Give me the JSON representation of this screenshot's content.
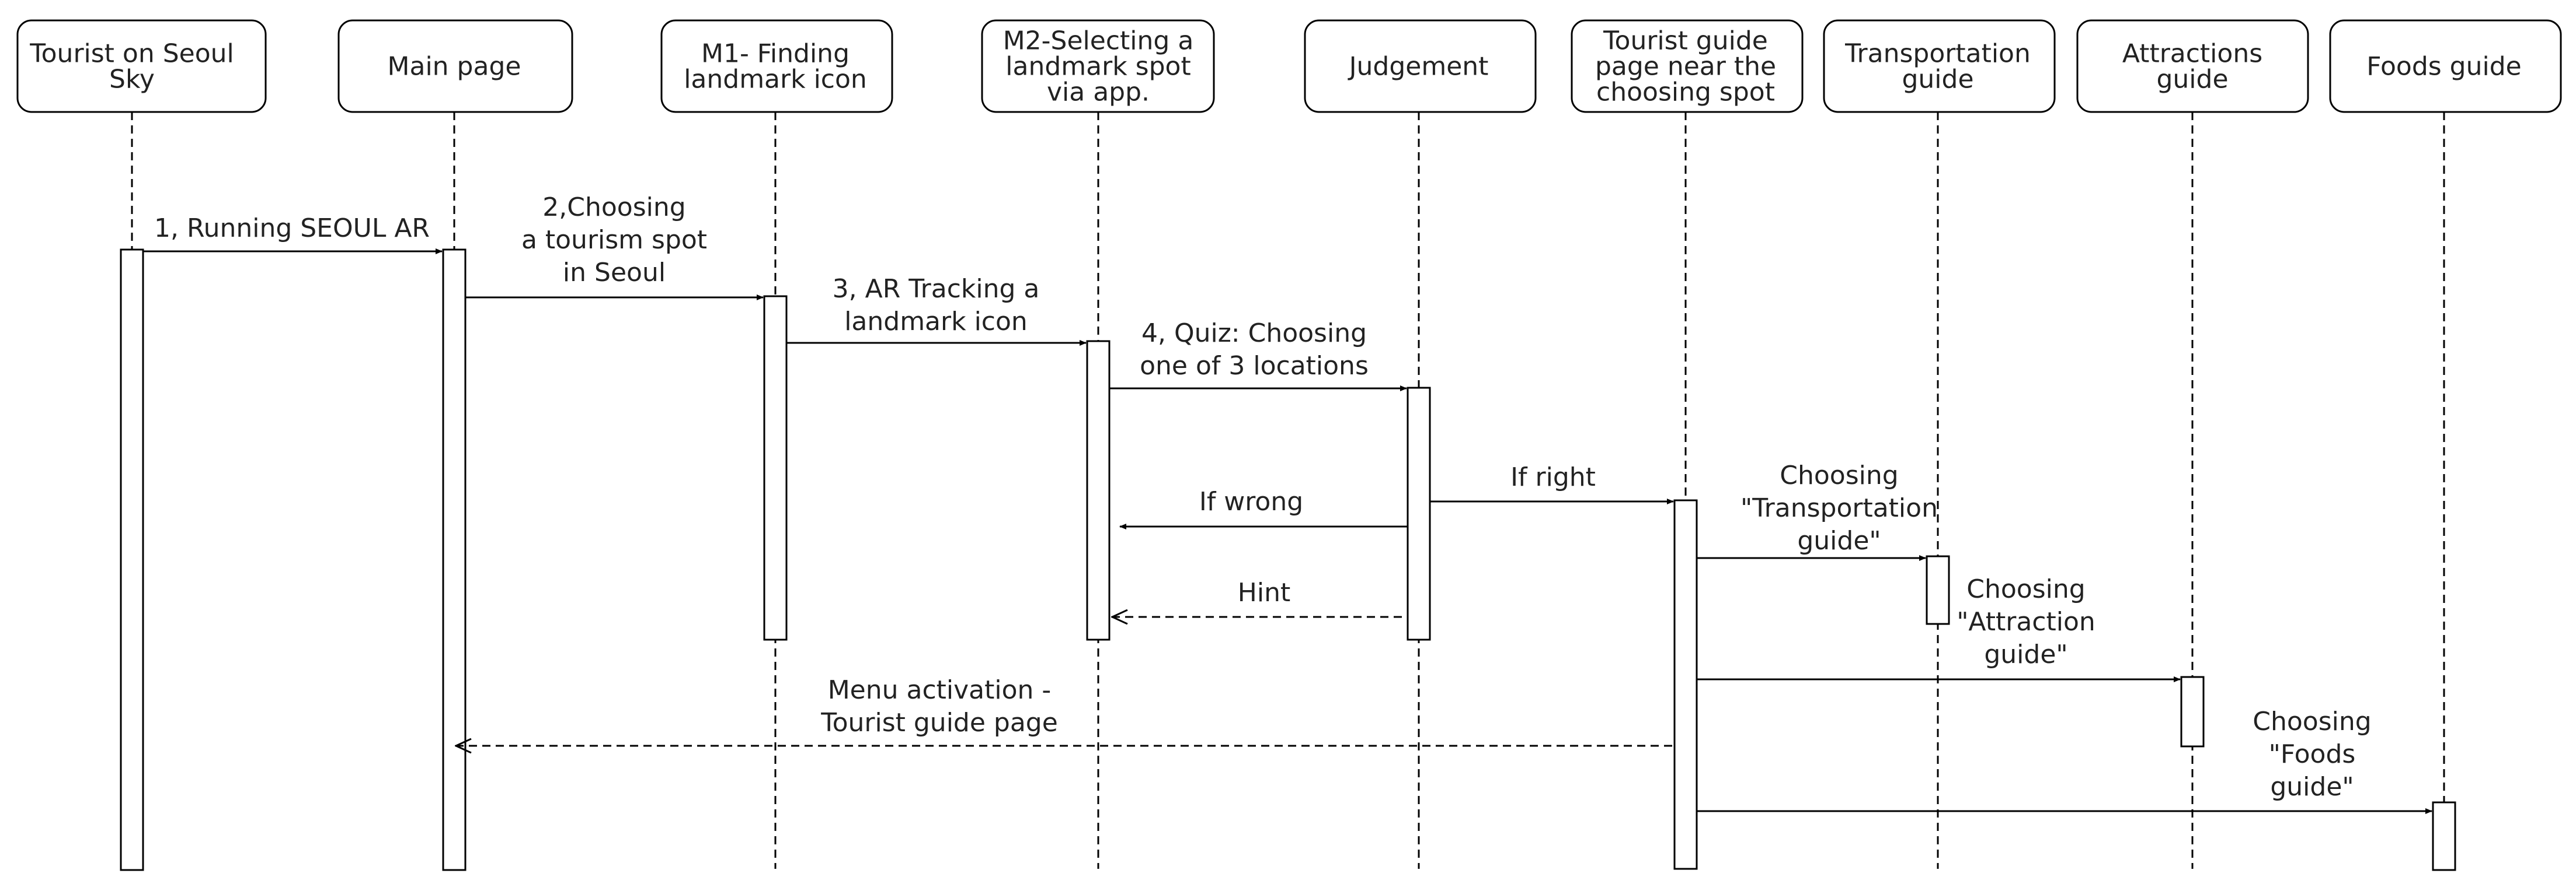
{
  "participants": [
    {
      "id": "tourist",
      "name_lines": [
        "Tourist on Seoul",
        "Sky"
      ]
    },
    {
      "id": "main",
      "name_lines": [
        "Main page"
      ]
    },
    {
      "id": "m1",
      "name_lines": [
        "M1- Finding",
        "landmark icon"
      ]
    },
    {
      "id": "m2",
      "name_lines": [
        "M2-Selecting a",
        "landmark spot",
        "via app."
      ]
    },
    {
      "id": "judgement",
      "name_lines": [
        "Judgement"
      ]
    },
    {
      "id": "guidepage",
      "name_lines": [
        "Tourist guide",
        "page near the",
        "choosing spot"
      ]
    },
    {
      "id": "transport",
      "name_lines": [
        "Transportation",
        "guide"
      ]
    },
    {
      "id": "attractions",
      "name_lines": [
        "Attractions",
        "guide"
      ]
    },
    {
      "id": "foods",
      "name_lines": [
        "Foods guide"
      ]
    }
  ],
  "messages": [
    {
      "id": "running-seoul-ar",
      "from": "tourist",
      "to": "main",
      "type": "sync",
      "label_lines": [
        "1, Running SEOUL AR"
      ]
    },
    {
      "id": "choosing-tourism-spot",
      "from": "main",
      "to": "m1",
      "type": "sync",
      "label_lines": [
        "2,Choosing",
        "a tourism spot",
        "in Seoul"
      ]
    },
    {
      "id": "ar-tracking",
      "from": "m1",
      "to": "m2",
      "type": "sync",
      "label_lines": [
        "3, AR Tracking a",
        "landmark icon"
      ]
    },
    {
      "id": "quiz",
      "from": "m2",
      "to": "judgement",
      "type": "sync",
      "label_lines": [
        "4, Quiz: Choosing",
        "one of 3 locations"
      ]
    },
    {
      "id": "if-right",
      "from": "judgement",
      "to": "guidepage",
      "type": "sync",
      "label_lines": [
        "If right"
      ]
    },
    {
      "id": "if-wrong",
      "from": "judgement",
      "to": "m2",
      "type": "sync",
      "label_lines": [
        "If wrong"
      ]
    },
    {
      "id": "choosing-transportation",
      "from": "guidepage",
      "to": "transport",
      "type": "sync",
      "label_lines": [
        "Choosing",
        "\"Transportation",
        "guide\""
      ]
    },
    {
      "id": "hint",
      "from": "judgement",
      "to": "m2",
      "type": "return",
      "label_lines": [
        "Hint"
      ]
    },
    {
      "id": "choosing-attraction",
      "from": "guidepage",
      "to": "attractions",
      "type": "sync",
      "label_lines": [
        "Choosing",
        "\"Attraction",
        "guide\""
      ]
    },
    {
      "id": "menu-activation",
      "from": "guidepage",
      "to": "main",
      "type": "return",
      "label_lines": [
        "Menu activation -",
        "Tourist guide page"
      ]
    },
    {
      "id": "choosing-foods",
      "from": "guidepage",
      "to": "foods",
      "type": "sync",
      "label_lines": [
        "Choosing",
        "\"Foods",
        "guide\""
      ]
    }
  ]
}
